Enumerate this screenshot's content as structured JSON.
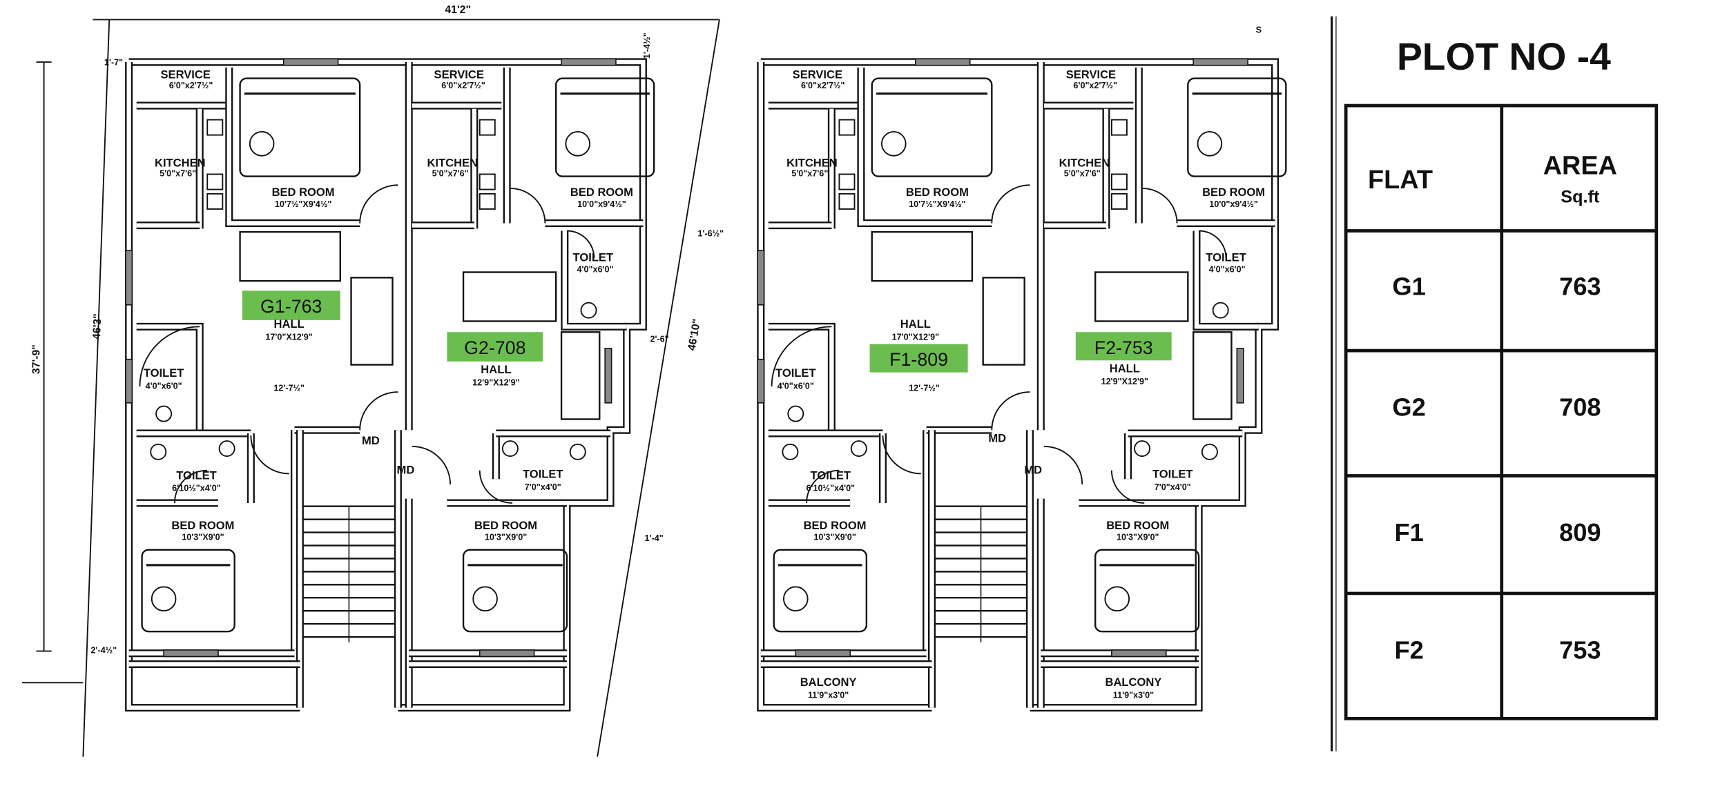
{
  "plot_title": "PLOT NO -4",
  "colors": {
    "tag_green": "#6cbd4f",
    "line": "#111111"
  },
  "dimensions": {
    "width_top": "41'2\"",
    "left_depth": "37'-9\"",
    "left_boundary": "46'3\"",
    "right_boundary": "46'10\"",
    "setback_top_left": "1'-7\"",
    "setback_top_right": "1'-4½\"",
    "right_offset_1": "1'-6½\"",
    "right_offset_2": "2'-6\"",
    "right_offset_3": "1'-4\"",
    "bottom_left": "2'-4½\"",
    "orientation_mark": "S"
  },
  "ground_floor": {
    "g1": {
      "tag": "G1-763",
      "service": {
        "name": "SERVICE",
        "dim": "6'0\"x2'7½\""
      },
      "kitchen": {
        "name": "KITCHEN",
        "dim": "5'0\"x7'6\""
      },
      "bedroom1": {
        "name": "BED ROOM",
        "dim": "10'7½\"X9'4½\""
      },
      "hall": {
        "name": "HALL",
        "dim": "17'0\"X12'9\""
      },
      "toilet1": {
        "name": "TOILET",
        "dim": "4'0\"x6'0\""
      },
      "hall_span": "12'-7½\"",
      "main_door": "MD",
      "toilet2": {
        "name": "TOILET",
        "dim": "6'10½\"x4'0\""
      },
      "bedroom2": {
        "name": "BED ROOM",
        "dim": "10'3\"X9'0\""
      }
    },
    "g2": {
      "tag": "G2-708",
      "service": {
        "name": "SERVICE",
        "dim": "6'0\"x2'7½\""
      },
      "kitchen": {
        "name": "KITCHEN",
        "dim": "5'0\"x7'6\""
      },
      "bedroom1": {
        "name": "BED ROOM",
        "dim": "10'0\"x9'4½\""
      },
      "toilet1": {
        "name": "TOILET",
        "dim": "4'0\"x6'0\""
      },
      "hall": {
        "name": "HALL",
        "dim": "12'9\"X12'9\""
      },
      "main_door": "MD",
      "toilet2": {
        "name": "TOILET",
        "dim": "7'0\"x4'0\""
      },
      "bedroom2": {
        "name": "BED ROOM",
        "dim": "10'3\"X9'0\""
      }
    }
  },
  "first_floor": {
    "f1": {
      "tag": "F1-809",
      "service": {
        "name": "SERVICE",
        "dim": "6'0\"x2'7½\""
      },
      "kitchen": {
        "name": "KITCHEN",
        "dim": "5'0\"x7'6\""
      },
      "bedroom1": {
        "name": "BED ROOM",
        "dim": "10'7½\"X9'4½\""
      },
      "hall": {
        "name": "HALL",
        "dim": "17'0\"X12'9\""
      },
      "toilet1": {
        "name": "TOILET",
        "dim": "4'0\"x6'0\""
      },
      "hall_span": "12'-7½\"",
      "main_door": "MD",
      "toilet2": {
        "name": "TOILET",
        "dim": "6'10½\"x4'0\""
      },
      "bedroom2": {
        "name": "BED ROOM",
        "dim": "10'3\"X9'0\""
      },
      "balcony": {
        "name": "BALCONY",
        "dim": "11'9\"x3'0\""
      }
    },
    "f2": {
      "tag": "F2-753",
      "service": {
        "name": "SERVICE",
        "dim": "6'0\"x2'7½\""
      },
      "kitchen": {
        "name": "KITCHEN",
        "dim": "5'0\"x7'6\""
      },
      "bedroom1": {
        "name": "BED ROOM",
        "dim": "10'0\"x9'4½\""
      },
      "toilet1": {
        "name": "TOILET",
        "dim": "4'0\"x6'0\""
      },
      "hall": {
        "name": "HALL",
        "dim": "12'9\"X12'9\""
      },
      "main_door": "MD",
      "toilet2": {
        "name": "TOILET",
        "dim": "7'0\"x4'0\""
      },
      "bedroom2": {
        "name": "BED ROOM",
        "dim": "10'3\"X9'0\""
      },
      "balcony": {
        "name": "BALCONY",
        "dim": "11'9\"x3'0\""
      }
    }
  },
  "area_table": {
    "header_flat": "FLAT",
    "header_area": "AREA",
    "header_unit": "Sq.ft",
    "rows": [
      {
        "flat": "G1",
        "area": "763"
      },
      {
        "flat": "G2",
        "area": "708"
      },
      {
        "flat": "F1",
        "area": "809"
      },
      {
        "flat": "F2",
        "area": "753"
      }
    ]
  }
}
